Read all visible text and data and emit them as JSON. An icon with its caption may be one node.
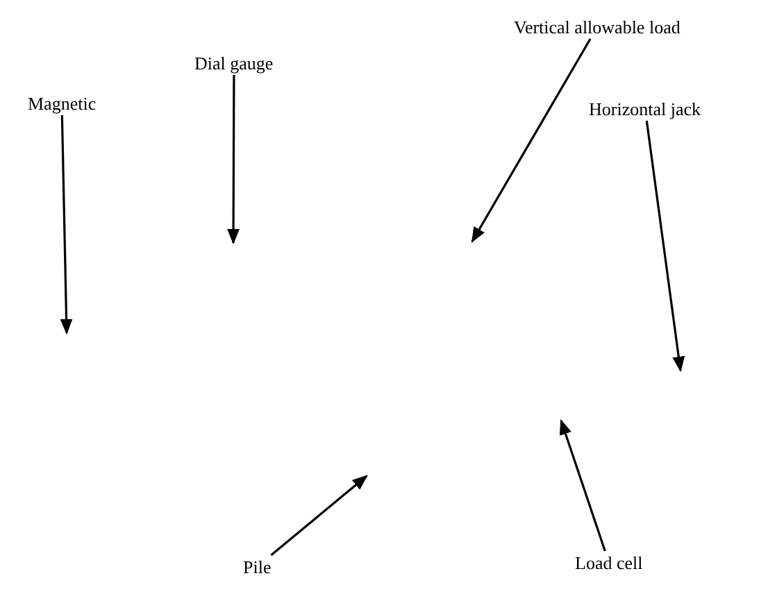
{
  "diagram": {
    "nodes": [
      {
        "text": [
          "Magnetic"
        ]
      },
      {
        "text": [
          "Dial gauge"
        ]
      },
      {
        "text": [
          "Vertical allowable load"
        ]
      },
      {
        "text": [
          "Horizontal jack"
        ]
      },
      {
        "text": [
          "Pile"
        ]
      },
      {
        "text": [
          "Load cell"
        ]
      }
    ],
    "edges": [
      {
        "from": 0,
        "to": null,
        "arrow": "to"
      },
      {
        "from": 1,
        "to": null,
        "arrow": "to"
      },
      {
        "from": 2,
        "to": null,
        "arrow": "to"
      },
      {
        "from": 3,
        "to": null,
        "arrow": "to"
      },
      {
        "from": 4,
        "to": null,
        "arrow": "to"
      },
      {
        "from": 5,
        "to": null,
        "arrow": "to"
      }
    ]
  }
}
